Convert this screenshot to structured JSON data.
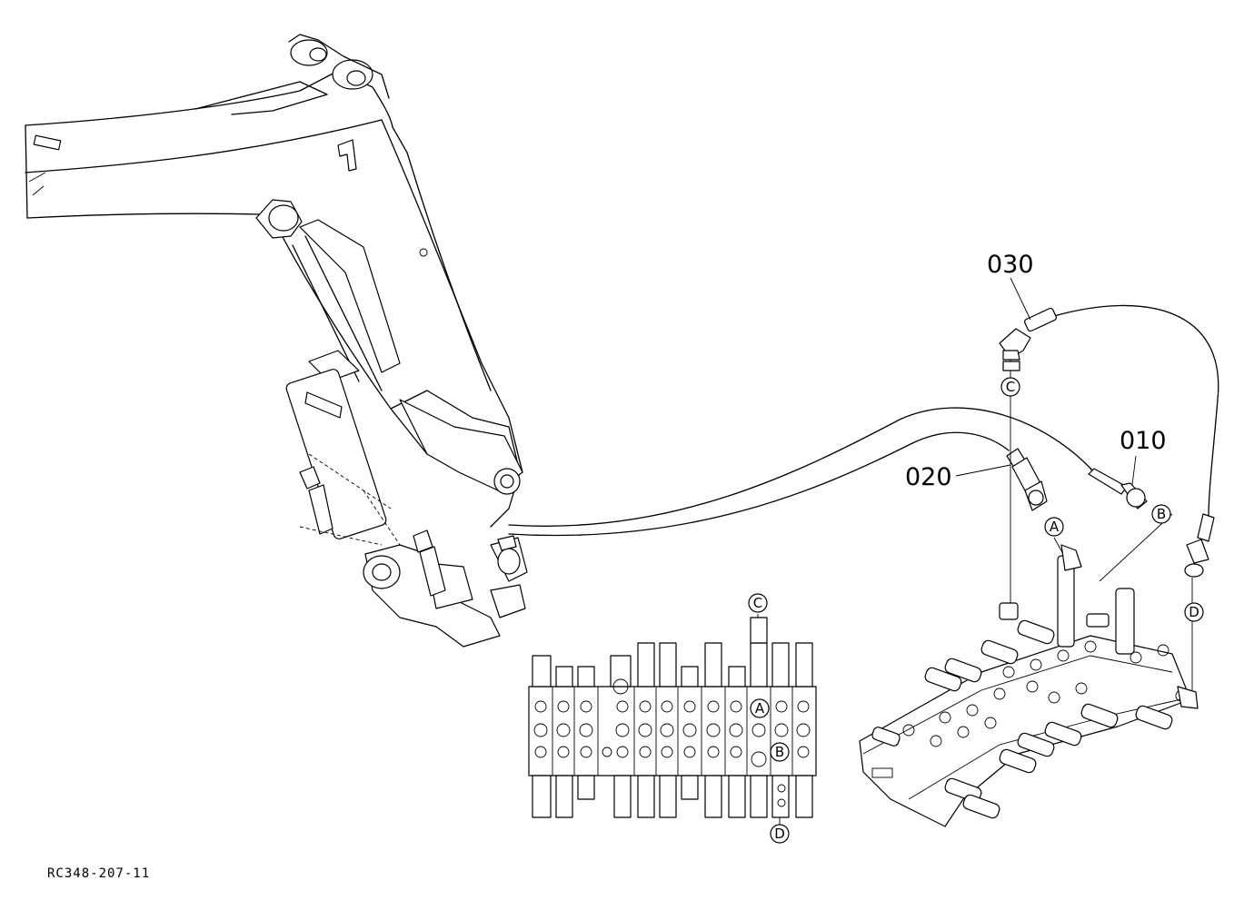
{
  "parts": [
    {
      "id": "010",
      "label": "010",
      "description": ""
    },
    {
      "id": "020",
      "label": "020",
      "description": ""
    },
    {
      "id": "030",
      "label": "030",
      "description": ""
    }
  ],
  "port_markers": {
    "A": "A",
    "B": "B",
    "C": "C",
    "D": "D"
  },
  "drawing_reference": "RC348-207-11"
}
